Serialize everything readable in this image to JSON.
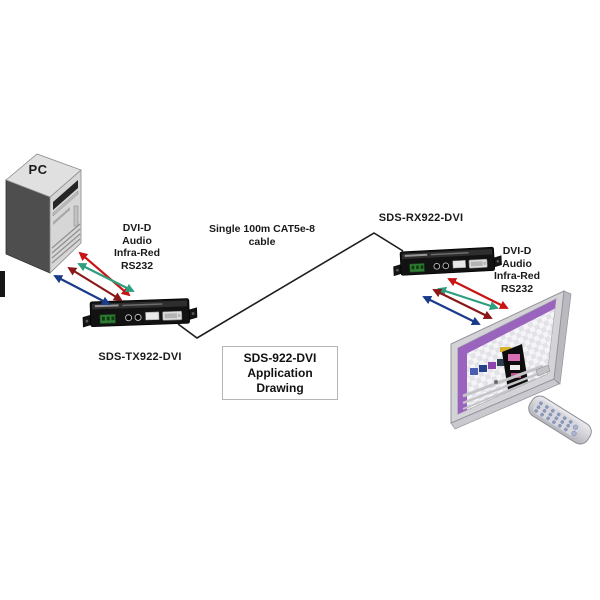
{
  "diagram": {
    "pc": {
      "label": "PC"
    },
    "transmitter": {
      "label": "SDS-TX922-DVI"
    },
    "receiver": {
      "label": "SDS-RX922-DVI"
    },
    "cable": {
      "label_line1": "Single 100m CAT5e-8",
      "label_line2": "cable"
    },
    "title_box": {
      "line1": "SDS-922-DVI",
      "line2": "Application Drawing"
    },
    "signals_left": [
      "DVI-D",
      "Audio",
      "Infra-Red",
      "RS232"
    ],
    "signals_right": [
      "DVI-D",
      "Audio",
      "Infra-Red",
      "RS232"
    ],
    "colors": {
      "arrow_red": "#c81414",
      "arrow_teal": "#2f9e7f",
      "arrow_dark_red": "#8a1818",
      "arrow_navy": "#1a3a8a",
      "cable_line": "#1f1f1f",
      "device_body": "#121212",
      "terminal_block_green": "#2f7d33",
      "screen_purple": "#9a64be"
    }
  }
}
